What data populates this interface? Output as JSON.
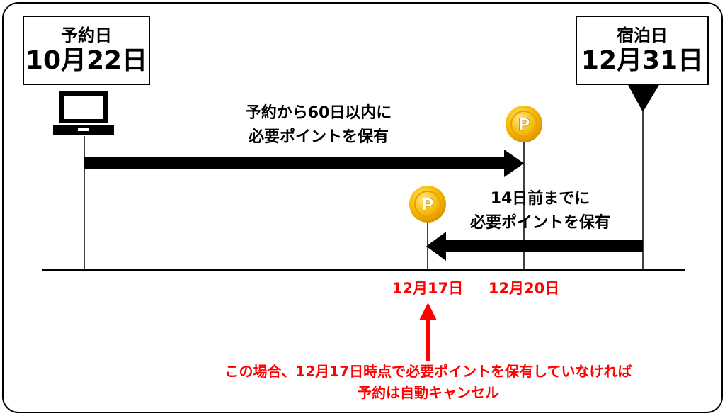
{
  "booking_box": {
    "title": "予約日",
    "date": "10月22日"
  },
  "stay_box": {
    "title": "宿泊日",
    "date": "12月31日"
  },
  "arrow_top": {
    "line1": "予約から60日以内に",
    "line2": "必要ポイントを保有"
  },
  "arrow_bottom": {
    "line1": "14日前までに",
    "line2": "必要ポイントを保有"
  },
  "dates": {
    "d1": "12月17日",
    "d2": "12月20日"
  },
  "note": {
    "line1": "この場合、12月17日時点で必要ポイントを保有していなければ",
    "line2": "予約は自動キャンセル"
  },
  "coin_letter": "P",
  "colors": {
    "accent": "#ff0000",
    "coin": "#f2b40a",
    "coin_light": "#fcd34d",
    "ink": "#000000"
  }
}
